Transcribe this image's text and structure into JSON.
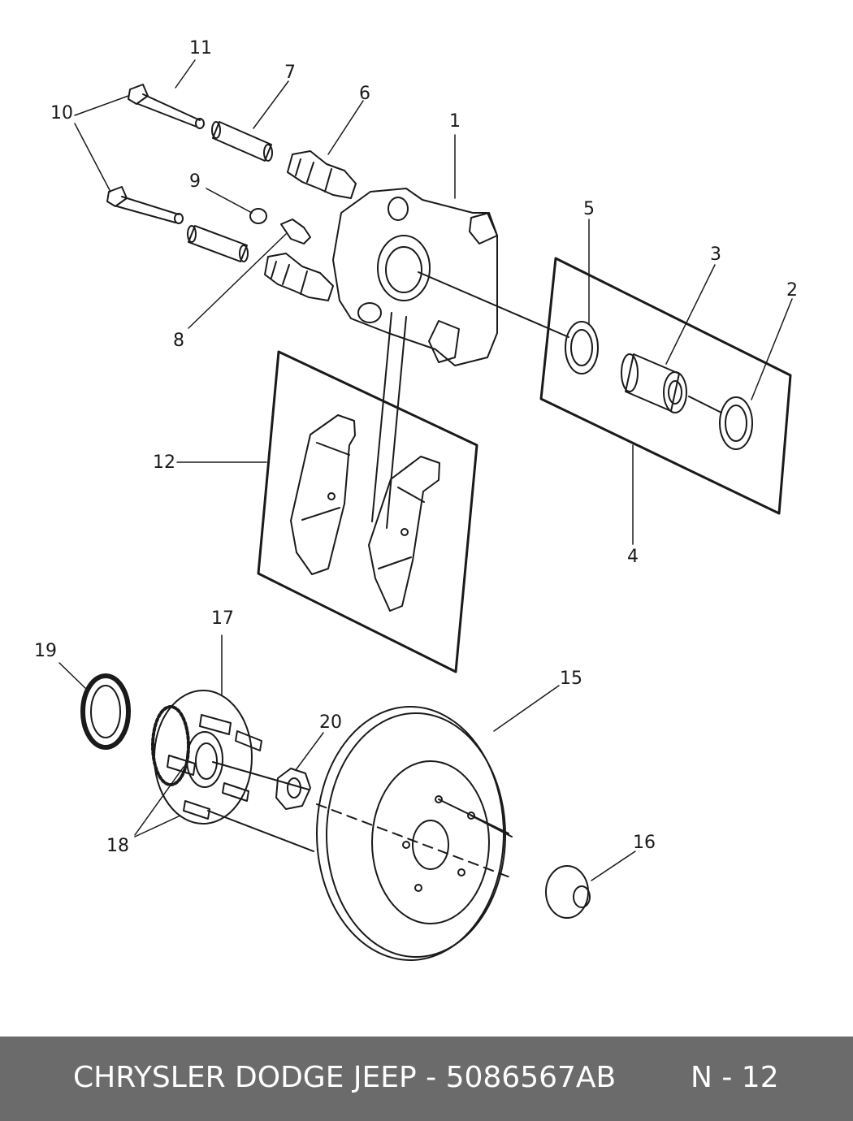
{
  "diagram": {
    "callouts": {
      "c1": "1",
      "c2": "2",
      "c3": "3",
      "c4": "4",
      "c5": "5",
      "c6": "6",
      "c7": "7",
      "c8": "8",
      "c9": "9",
      "c10": "10",
      "c11": "11",
      "c12": "12",
      "c15": "15",
      "c16": "16",
      "c17": "17",
      "c18": "18",
      "c19": "19",
      "c20": "20"
    }
  },
  "footer": {
    "title": "CHRYSLER DODGE JEEP - 5086567AB",
    "page": "N - 12",
    "background": "#6b6b6b",
    "text_color": "#ffffff"
  }
}
